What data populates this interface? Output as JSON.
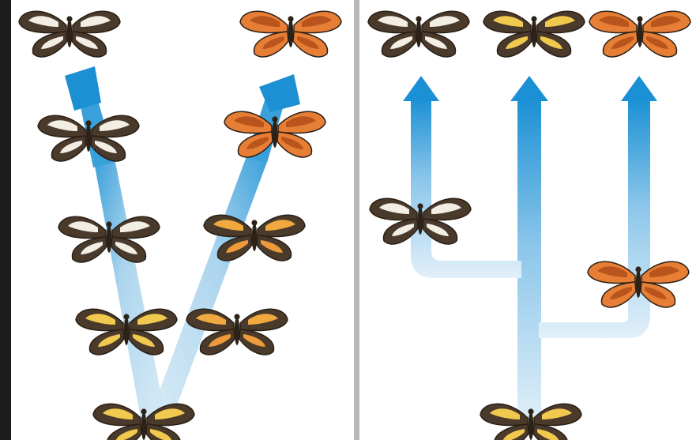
{
  "diagram": {
    "colors": {
      "background": "#ffffff",
      "frame_dark": "#1c1c1c",
      "divider": "#9a9a9a",
      "arrow_light": "#cfe6f4",
      "arrow_mid": "#9fcde9",
      "arrow_strong": "#1d94d6",
      "wing_dark": "#4a3a2c",
      "wing_white": "#f2eee4",
      "wing_yellow": "#f1c94e",
      "wing_orange": "#e67e35",
      "wing_orange_dark": "#b9541d",
      "body": "#2d2217"
    },
    "left_panel": {
      "butterflies": [
        {
          "name": "left-top-dark-butterfly",
          "morph": "dark-white"
        },
        {
          "name": "left-top-orange-butterfly",
          "morph": "orange"
        },
        {
          "name": "left-row2-dark-butterfly",
          "morph": "dark-white"
        },
        {
          "name": "left-row2-orange-butterfly",
          "morph": "orange"
        },
        {
          "name": "left-row3-dark-butterfly",
          "morph": "dark-white"
        },
        {
          "name": "left-row3-orange-butterfly",
          "morph": "yellow-orange"
        },
        {
          "name": "left-row4-yellow-butterfly",
          "morph": "yellow"
        },
        {
          "name": "left-row4-orange-butterfly",
          "morph": "yellow-orange"
        },
        {
          "name": "left-ancestor-butterfly",
          "morph": "yellow"
        }
      ]
    },
    "right_panel": {
      "butterflies": [
        {
          "name": "right-top-dark-butterfly",
          "morph": "dark-white"
        },
        {
          "name": "right-top-yellow-butterfly",
          "morph": "yellow"
        },
        {
          "name": "right-top-orange-butterfly",
          "morph": "orange"
        },
        {
          "name": "right-mid-dark-butterfly",
          "morph": "dark-white"
        },
        {
          "name": "right-mid-orange-butterfly",
          "morph": "orange"
        },
        {
          "name": "right-ancestor-butterfly",
          "morph": "yellow"
        }
      ]
    }
  }
}
